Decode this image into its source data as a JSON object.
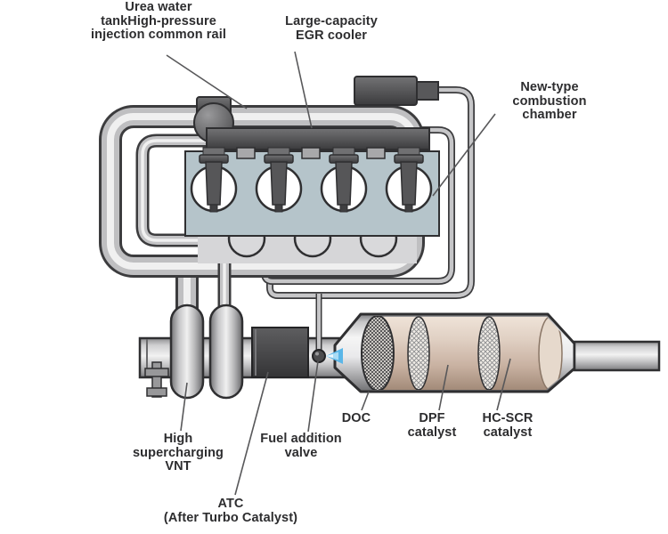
{
  "title": "Diesel engine exhaust aftertreatment system diagram",
  "labels": {
    "urea_rail": {
      "lines": [
        "Urea water",
        "tankHigh-pressure",
        "injection  common rail"
      ]
    },
    "egr_cooler": {
      "lines": [
        "Large-capacity",
        "EGR cooler"
      ]
    },
    "combustion_chamber": {
      "lines": [
        "New-type",
        "combustion",
        "chamber"
      ]
    },
    "vnt": {
      "lines": [
        "High",
        "supercharging",
        "VNT"
      ]
    },
    "fuel_addition_valve": {
      "lines": [
        "Fuel addition",
        "valve"
      ]
    },
    "atc": {
      "lines": [
        "ATC",
        "(After Turbo Catalyst)"
      ]
    },
    "doc": {
      "lines": [
        "DOC"
      ]
    },
    "dpf": {
      "lines": [
        "DPF",
        "catalyst"
      ]
    },
    "hc_scr": {
      "lines": [
        "HC-SCR",
        "catalyst"
      ]
    }
  },
  "colors": {
    "background": "#ffffff",
    "outline": "#2f2f31",
    "label_text": "#2d2d2f",
    "leader_line": "#58585a",
    "engine_block_blue": "#b5c4ca",
    "pipe_light": "#c6c6c8",
    "pipe_highlight": "#f0f0f0",
    "dark_component": "#4a4a4c",
    "catalyst_tan": "#d3bfb1",
    "spray_blue": "#55b4e8"
  }
}
